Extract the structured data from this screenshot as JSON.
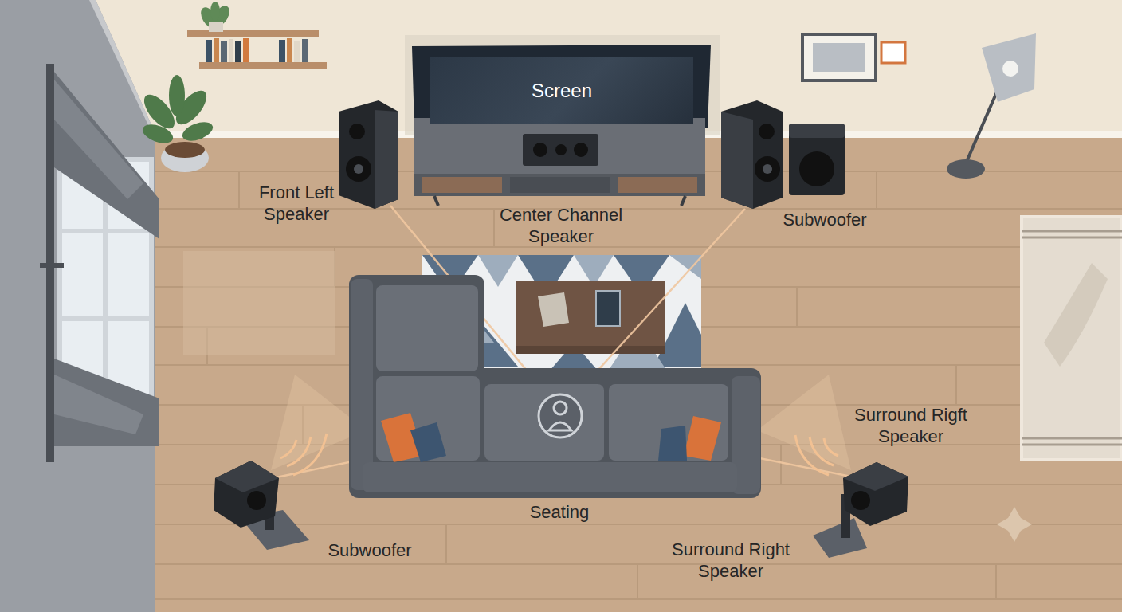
{
  "diagram": {
    "nodes": [
      {
        "text": [
          "Screen"
        ]
      }
    ],
    "labels": [
      "Front Left Speaker",
      "Center Channel Speaker",
      "Subwoofer",
      "Surround Rigft Speaker",
      "Seating",
      "Subwoofer",
      "Surround Right Speaker"
    ]
  }
}
